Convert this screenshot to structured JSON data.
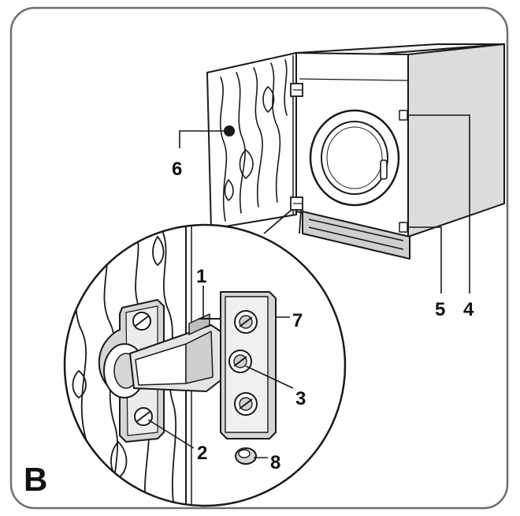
{
  "figure_letter": "B",
  "callouts": {
    "c1": "1",
    "c2": "2",
    "c3": "3",
    "c4": "4",
    "c5": "5",
    "c6": "6",
    "c7": "7",
    "c8": "8"
  },
  "colors": {
    "stroke": "#1a1a1a",
    "shade": "#d6d6d6",
    "frame": "#6e6e6e",
    "background": "#ffffff"
  }
}
